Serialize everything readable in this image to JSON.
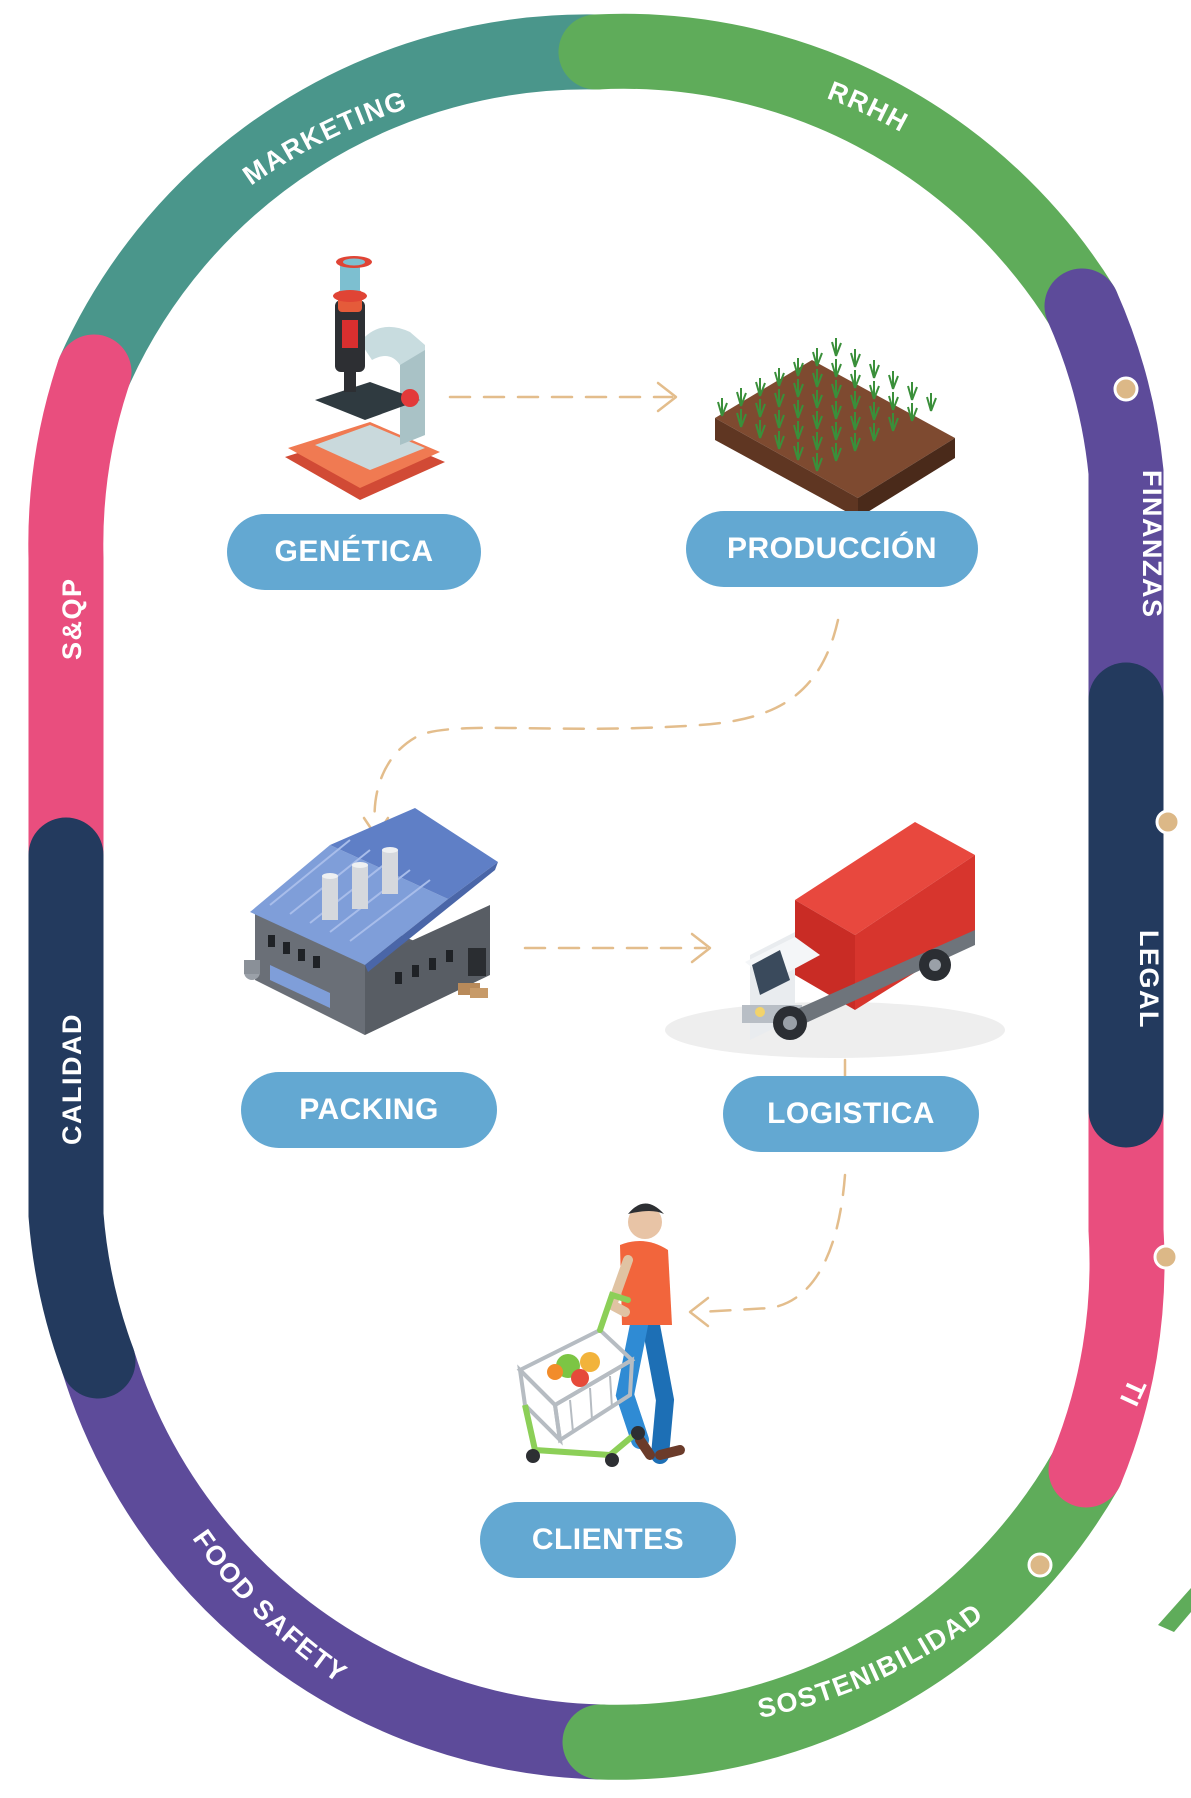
{
  "ring": {
    "segments": [
      {
        "id": "marketing",
        "label": "MARKETING",
        "color": "#4a968b"
      },
      {
        "id": "rrhh",
        "label": "RRHH",
        "color": "#5fac5a"
      },
      {
        "id": "finanzas",
        "label": "FINANZAS",
        "color": "#5d4b9a"
      },
      {
        "id": "legal",
        "label": "LEGAL",
        "color": "#233a5e"
      },
      {
        "id": "ti",
        "label": "TI",
        "color": "#e94e7e"
      },
      {
        "id": "sostenibilidad",
        "label": "SOSTENIBILIDAD",
        "color": "#5fac5a"
      },
      {
        "id": "food_safety",
        "label": "FOOD SAFETY",
        "color": "#5d4b9a"
      },
      {
        "id": "calidad",
        "label": "CALIDAD",
        "color": "#233a5e"
      },
      {
        "id": "sqp",
        "label": "S&QP",
        "color": "#e94e7e"
      }
    ],
    "dot_color": "#dcb887"
  },
  "flow": {
    "steps": [
      {
        "id": "genetica",
        "label": "GENÉTICA",
        "icon": "microscope-icon"
      },
      {
        "id": "produccion",
        "label": "PRODUCCIÓN",
        "icon": "crop-field-icon"
      },
      {
        "id": "packing",
        "label": "PACKING",
        "icon": "factory-icon"
      },
      {
        "id": "logistica",
        "label": "LOGISTICA",
        "icon": "truck-icon"
      },
      {
        "id": "clientes",
        "label": "CLIENTES",
        "icon": "shopper-cart-icon"
      }
    ],
    "pill_color": "#63a8d2",
    "arrow_color": "#e3bd8c"
  }
}
